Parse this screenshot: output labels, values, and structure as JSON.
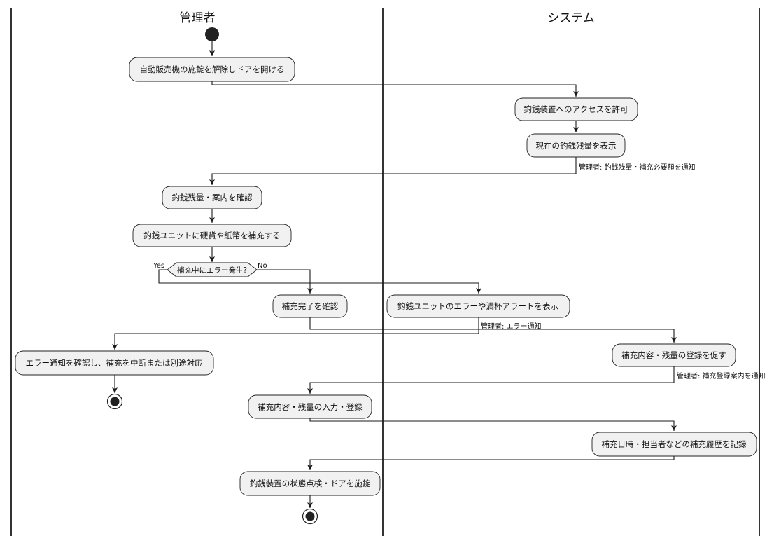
{
  "lanes": {
    "admin": "管理者",
    "system": "システム"
  },
  "nodes": {
    "unlock_door": "自動販売機の施錠を解除しドアを開ける",
    "allow_access": "釣銭装置へのアクセスを許可",
    "show_remaining": "現在の釣銭残量を表示",
    "check_remaining": "釣銭残量・案内を確認",
    "refill_units": "釣銭ユニットに硬貨や紙幣を補充する",
    "error_decision": "補充中にエラー発生?",
    "confirm_complete": "補充完了を確認",
    "show_alert": "釣銭ユニットのエラーや満杯アラートを表示",
    "error_handling": "エラー通知を確認し、補充を中断または別途対応",
    "prompt_register": "補充内容・残量の登録を促す",
    "input_register": "補充内容・残量の入力・登録",
    "record_history": "補充日時・担当者などの補充履歴を記録",
    "inspect_lock": "釣銭装置の状態点検・ドアを施錠"
  },
  "edge_labels": {
    "notify_remaining": "管理者: 釣銭残量・補充必要額を通知",
    "yes": "Yes",
    "no": "No",
    "notify_error": "管理者: エラー通知",
    "notify_register": "管理者: 補充登録案内を通知"
  }
}
